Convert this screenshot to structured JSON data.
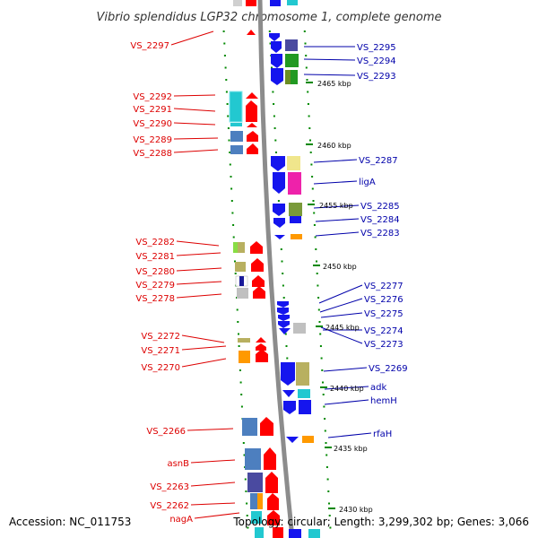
{
  "title": "Vibrio splendidus LGP32 chromosome 1, complete genome",
  "accession": "Accession: NC_011753",
  "topology": "Topology: circular; Length: 3,299,302 bp; Genes: 3,066",
  "colors": {
    "left_label": "#dd0000",
    "right_label": "#0000aa",
    "backbone": "#8c8c8c",
    "ring_dots": "#008800",
    "red_arrow": "#ff0000",
    "blue_arrow": "#1515ee"
  },
  "scale_ticks": [
    "2465 kbp",
    "2460 kbp",
    "2455 kbp",
    "2450 kbp",
    "2445 kbp",
    "2440 kbp",
    "2435 kbp",
    "2430 kbp"
  ],
  "left_genes": [
    "VS_2297",
    "VS_2292",
    "VS_2291",
    "VS_2290",
    "VS_2289",
    "VS_2288",
    "VS_2282",
    "VS_2281",
    "VS_2280",
    "VS_2279",
    "VS_2278",
    "VS_2272",
    "VS_2271",
    "VS_2270",
    "VS_2266",
    "asnB",
    "VS_2263",
    "VS_2262",
    "nagA"
  ],
  "right_genes": [
    "VS_2295",
    "VS_2294",
    "VS_2293",
    "VS_2287",
    "ligA",
    "VS_2285",
    "VS_2284",
    "VS_2283",
    "VS_2277",
    "VS_2276",
    "VS_2275",
    "VS_2274",
    "VS_2273",
    "VS_2269",
    "adk",
    "hemH",
    "rfaH"
  ]
}
